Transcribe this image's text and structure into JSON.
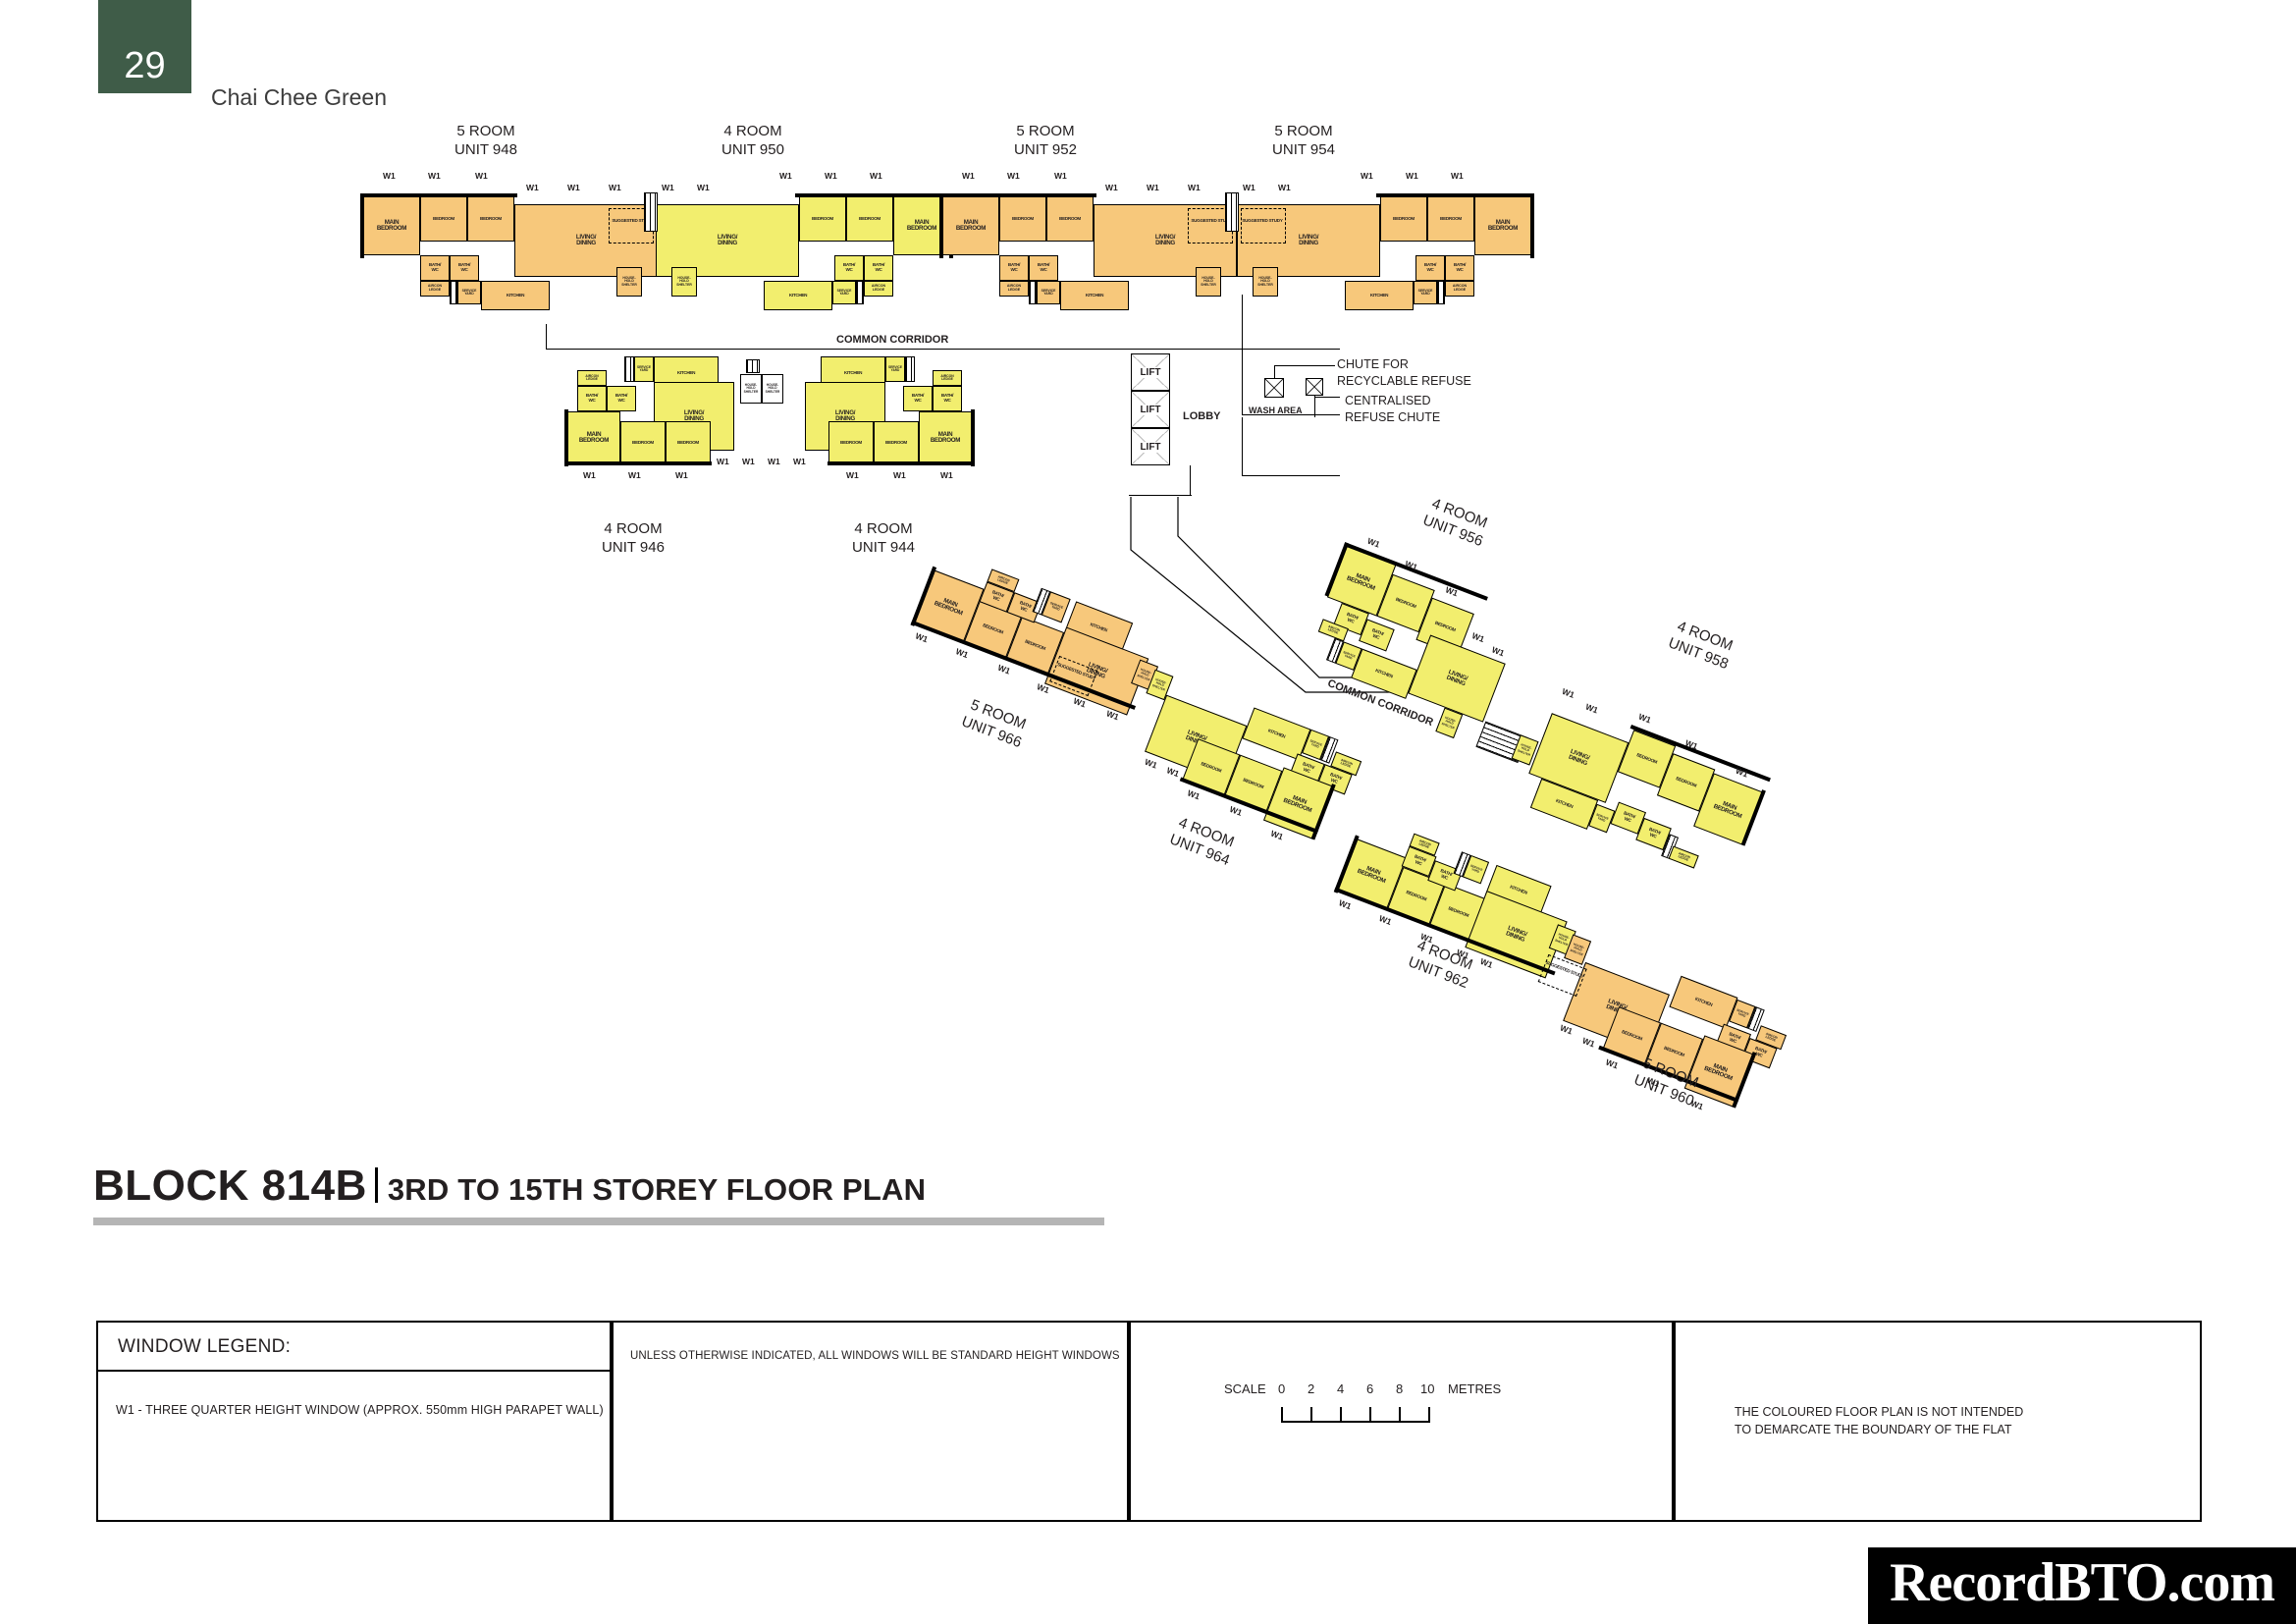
{
  "header": {
    "page_number": "29",
    "project_name": "Chai Chee Green",
    "tab_color": "#3f5c48"
  },
  "title": {
    "block": "BLOCK  814B",
    "divider": "|",
    "subtitle": "3RD TO 15TH STOREY FLOOR PLAN"
  },
  "colors": {
    "five_room_fill": "#f7c87b",
    "four_room_fill": "#f2ee6e",
    "wall": "#000000",
    "accent_green": "#3f5c48"
  },
  "room_labels": {
    "main_bedroom": "MAIN\nBEDROOM",
    "bedroom": "BEDROOM",
    "living_dining": "LIVING/\nDINING",
    "kitchen": "KITCHEN",
    "bath_wc": "BATH/\nWC",
    "aircon_ledge": "AIRCON\nLEDGE",
    "service_yard": "SERVICE\nYARD",
    "household_shelter": "HOUSE-\nHOLD\nSHELTER",
    "suggested_study": "SUGGESTED\nSTUDY"
  },
  "window_tag": "W1",
  "units": [
    {
      "id": "948",
      "type": "5 ROOM",
      "unit_label": "UNIT 948",
      "fill": "five"
    },
    {
      "id": "950",
      "type": "4 ROOM",
      "unit_label": "UNIT 950",
      "fill": "four"
    },
    {
      "id": "952",
      "type": "5 ROOM",
      "unit_label": "UNIT 952",
      "fill": "five"
    },
    {
      "id": "954",
      "type": "5 ROOM",
      "unit_label": "UNIT 954",
      "fill": "five"
    },
    {
      "id": "946",
      "type": "4 ROOM",
      "unit_label": "UNIT 946",
      "fill": "four"
    },
    {
      "id": "944",
      "type": "4 ROOM",
      "unit_label": "UNIT 944",
      "fill": "four"
    },
    {
      "id": "966",
      "type": "5 ROOM",
      "unit_label": "UNIT 966",
      "fill": "five"
    },
    {
      "id": "964",
      "type": "4 ROOM",
      "unit_label": "UNIT 964",
      "fill": "four"
    },
    {
      "id": "956",
      "type": "4 ROOM",
      "unit_label": "UNIT 956",
      "fill": "four"
    },
    {
      "id": "958",
      "type": "4 ROOM",
      "unit_label": "UNIT 958",
      "fill": "four"
    },
    {
      "id": "962",
      "type": "4 ROOM",
      "unit_label": "UNIT 962",
      "fill": "four"
    },
    {
      "id": "960",
      "type": "5 ROOM",
      "unit_label": "UNIT 960",
      "fill": "five"
    }
  ],
  "unit_captions": {
    "u948_type": "5 ROOM",
    "u948_no": "UNIT 948",
    "u950_type": "4 ROOM",
    "u950_no": "UNIT 950",
    "u952_type": "5 ROOM",
    "u952_no": "UNIT 952",
    "u954_type": "5 ROOM",
    "u954_no": "UNIT 954",
    "u946_type": "4 ROOM",
    "u946_no": "UNIT 946",
    "u944_type": "4 ROOM",
    "u944_no": "UNIT 944",
    "u966_type": "5 ROOM",
    "u966_no": "UNIT 966",
    "u964_type": "4 ROOM",
    "u964_no": "UNIT 964",
    "u956_type": "4 ROOM",
    "u956_no": "UNIT 956",
    "u958_type": "4 ROOM",
    "u958_no": "UNIT 958",
    "u962_type": "4 ROOM",
    "u962_no": "UNIT 962",
    "u960_type": "5 ROOM",
    "u960_no": "UNIT 960"
  },
  "core": {
    "lift_1": "LIFT",
    "lift_2": "LIFT",
    "lift_3": "LIFT",
    "lobby": "LOBBY",
    "wash_area": "WASH AREA",
    "chute_recyclable": "CHUTE FOR\nRECYCLABLE REFUSE",
    "chute_centralised": "CENTRALISED\nREFUSE CHUTE"
  },
  "corridors": {
    "top": "COMMON CORRIDOR",
    "diagonal": "COMMON CORRIDOR"
  },
  "legend": {
    "window_legend_title": "WINDOW LEGEND:",
    "w1_definition": "W1 -  THREE QUARTER HEIGHT WINDOW (APPROX. 550mm HIGH PARAPET WALL)",
    "standard_window_note": "UNLESS OTHERWISE INDICATED,  ALL WINDOWS WILL BE STANDARD HEIGHT WINDOWS",
    "scale_word": "SCALE",
    "scale_ticks": [
      "0",
      "2",
      "4",
      "6",
      "8",
      "10"
    ],
    "scale_unit": "METRES",
    "disclaimer": "THE COLOURED FLOOR PLAN IS NOT INTENDED\nTO DEMARCATE THE BOUNDARY OF THE FLAT"
  },
  "watermark": "RecordBTO.com"
}
